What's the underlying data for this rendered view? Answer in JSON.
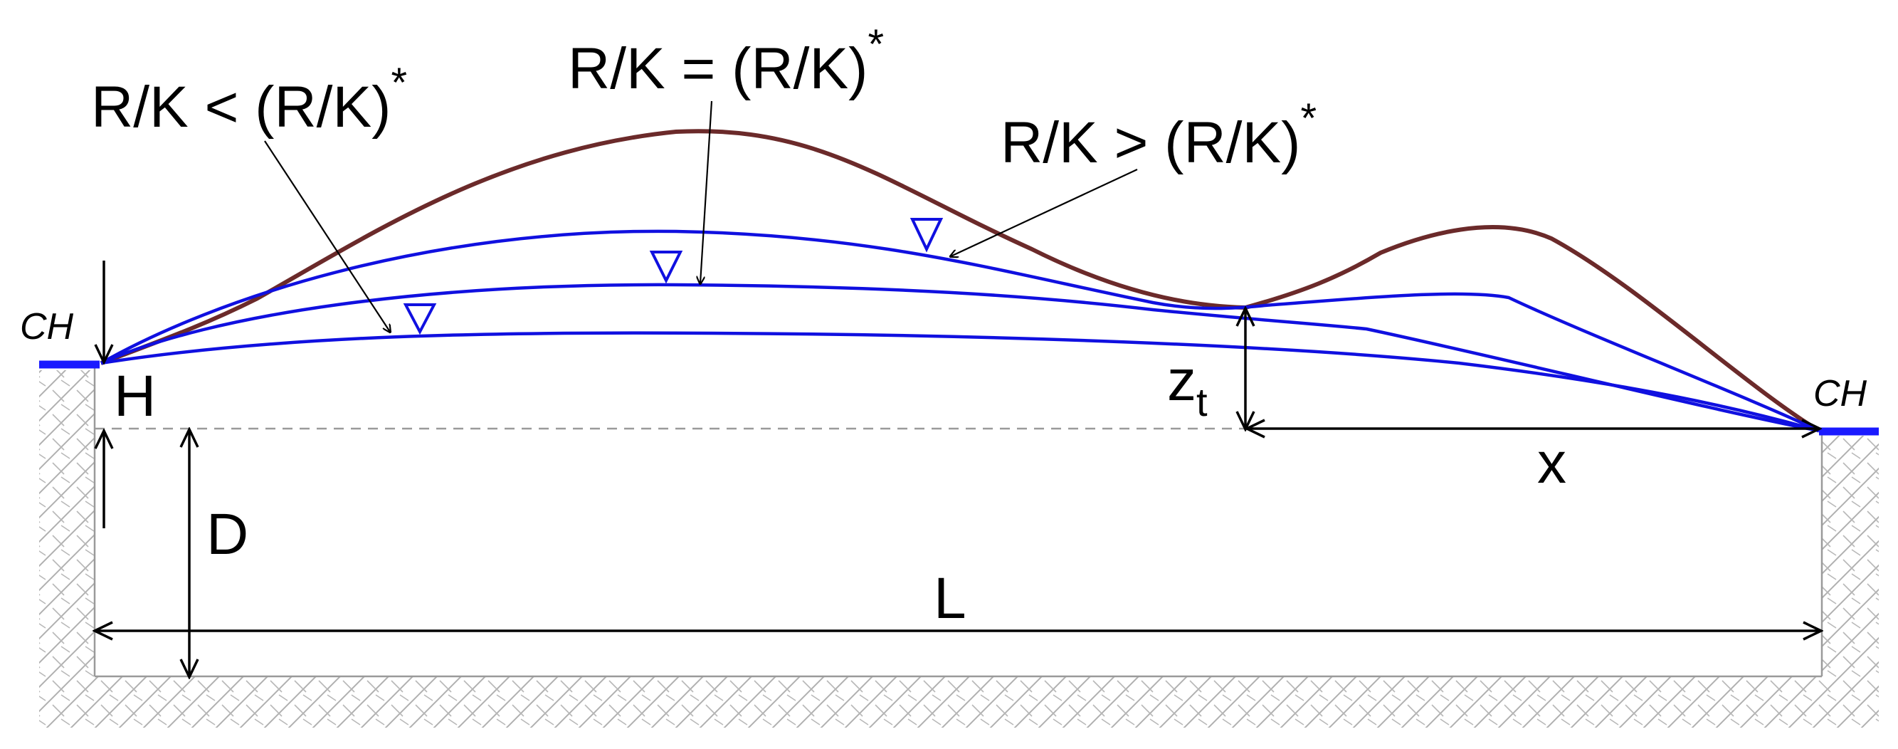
{
  "labels": {
    "rk_less": "R/K < (R/K)",
    "rk_equal": "R/K = (R/K)",
    "rk_greater": "R/K > (R/K)",
    "star": "*",
    "ch_left": "CH",
    "ch_right": "CH",
    "h": "H",
    "zt_base": "z",
    "zt_sub": "t",
    "x": "x",
    "d": "D",
    "l": "L"
  },
  "colors": {
    "ground_surface": "#6b2a2a",
    "water_table": "#1010e0",
    "channel": "#1a1aff",
    "hatch": "#b0b0b0",
    "datum_dash": "#9a9a9a",
    "arrow": "#000000"
  },
  "icons": {
    "water_table_marker": "inverted-triangle",
    "ground_hatch": "cross-hatch"
  }
}
